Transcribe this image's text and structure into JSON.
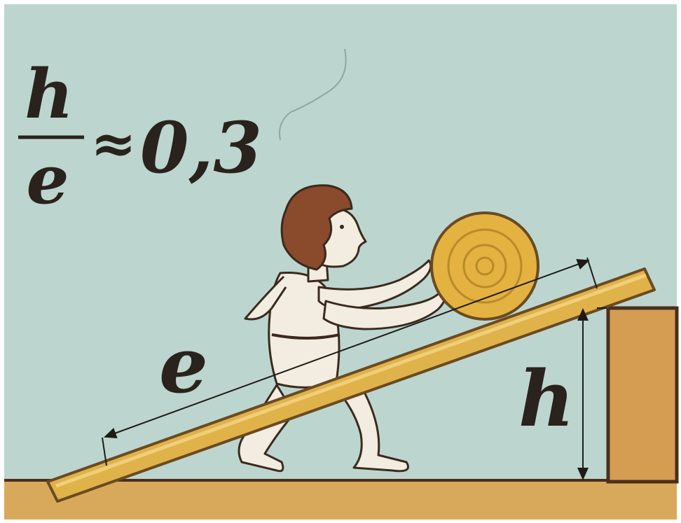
{
  "formula": {
    "numerator": "h",
    "denominator": "e",
    "relation": "≈",
    "value": "0,3"
  },
  "labels": {
    "length": "e",
    "height": "h"
  },
  "colors": {
    "sky": "#bcd6cf",
    "ground": "#d9a95b",
    "plank": "#e0b24a",
    "box": "#d49d52",
    "outline": "#4a2f1c",
    "boulder": "#e3b240",
    "hair": "#8a4a2c",
    "skin": "#f3ece0"
  }
}
